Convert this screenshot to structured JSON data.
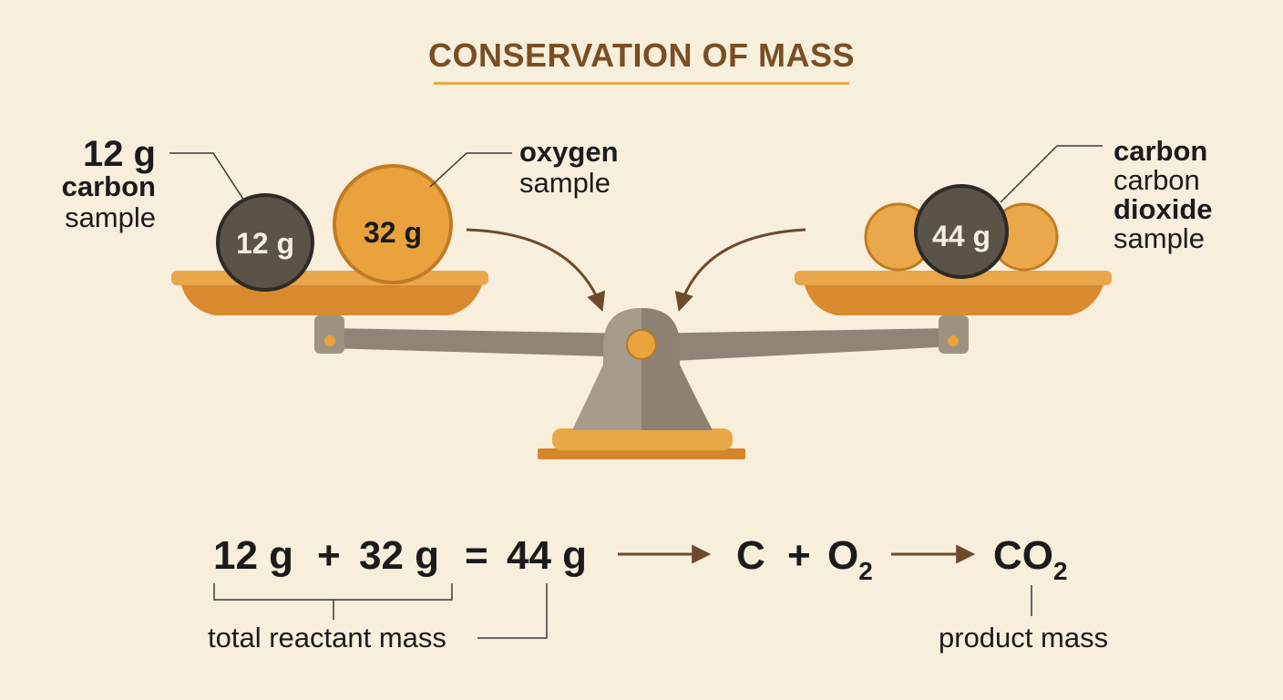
{
  "title": "CONSERVATION OF MASS",
  "labels": {
    "carbon": {
      "mass": "12 g",
      "name": "carbon",
      "word": "sample"
    },
    "oxygen": {
      "name": "oxygen",
      "word": "sample"
    },
    "co2": {
      "line1": "carbon",
      "line2": "carbon",
      "line3": "dioxide",
      "line4": "sample"
    }
  },
  "balls": {
    "carbon": "12 g",
    "oxygen": "32 g",
    "co2": "44 g"
  },
  "equation": {
    "mass1": "12 g",
    "plus1": "+",
    "mass2": "32 g",
    "equals": "=",
    "mass3": "44 g",
    "reactant_c": "C",
    "plus2": "+",
    "reactant_o": "O",
    "reactant_o_sub": "2",
    "product": "CO",
    "product_sub": "2"
  },
  "captions": {
    "reactant": "total reactant mass",
    "product": "product mass"
  },
  "colors": {
    "background": "#f7eedb",
    "title": "#7a4e24",
    "accent": "#e0aa4e",
    "pan": "#e3a03f",
    "dark_ball": "#5a5348",
    "light_ball": "#e9a23c",
    "stand": "#9e9282",
    "arrow": "#6d4a2c"
  }
}
